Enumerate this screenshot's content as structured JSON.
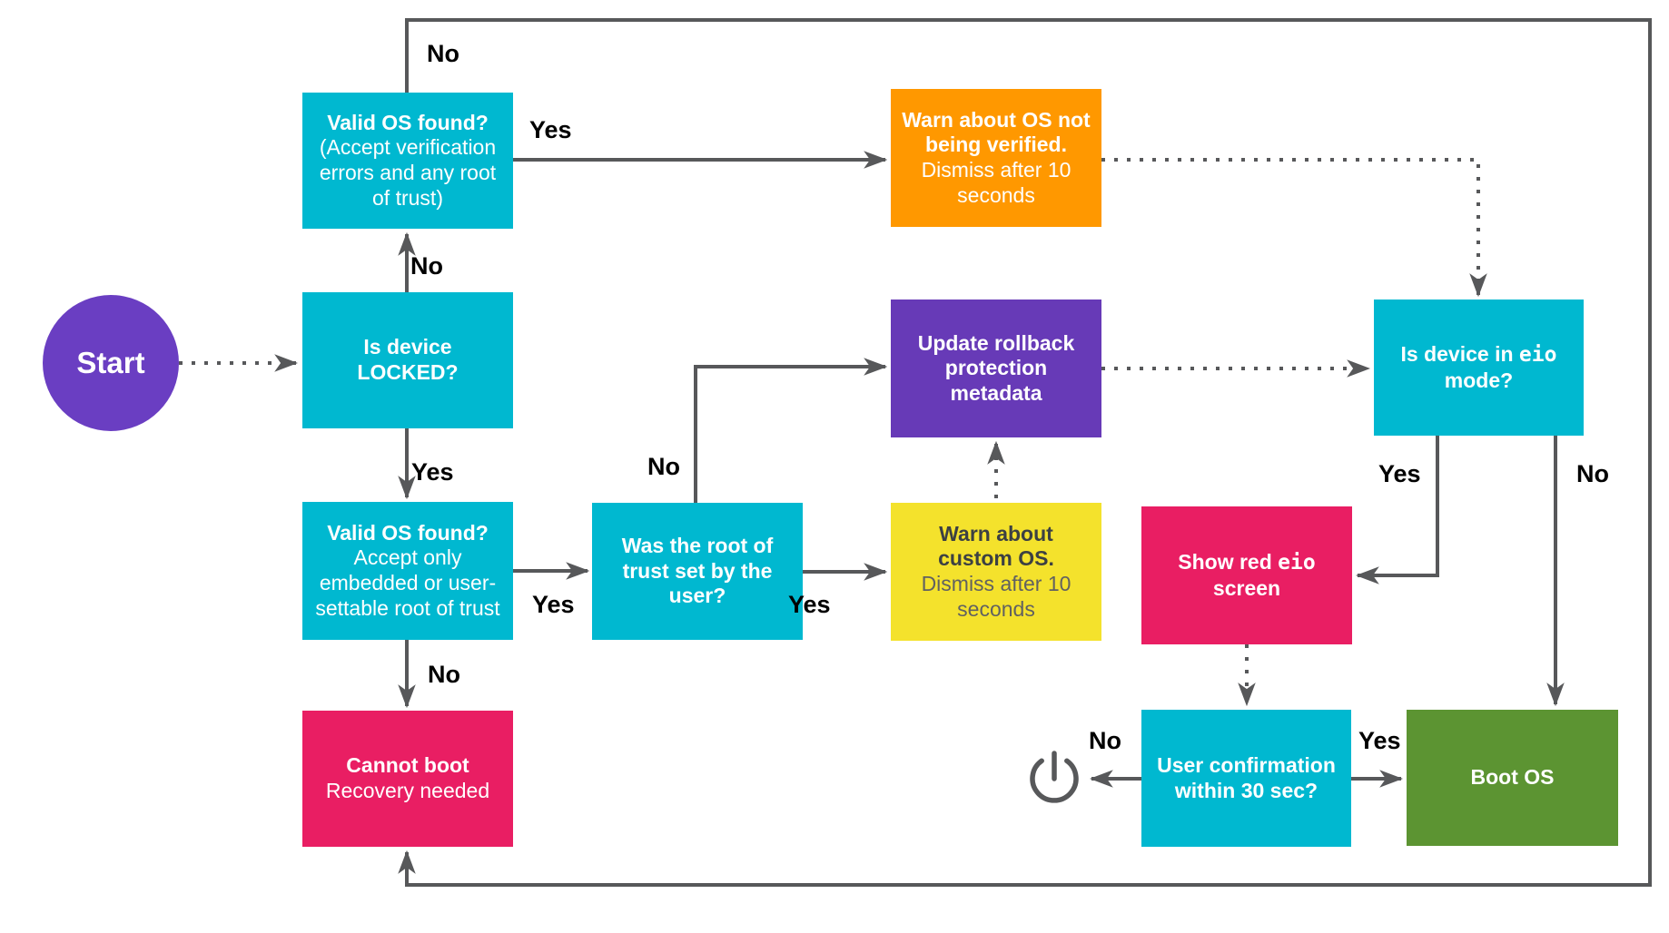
{
  "diagram": {
    "type": "flowchart",
    "colors": {
      "cyan": "#00b8d0",
      "orange": "#ff9800",
      "purple": "#673ab7",
      "start_purple": "#6a3ec2",
      "yellow": "#f4e22c",
      "pink": "#e91e63",
      "green": "#5c9432",
      "line_gray": "#57585a"
    },
    "nodes": {
      "start": {
        "label": "Start"
      },
      "valid_os_unlocked": {
        "title": "Valid OS found?",
        "subtitle": "(Accept verification errors and any root of trust)"
      },
      "warn_not_verified": {
        "title": "Warn about OS not being verified.",
        "subtitle": "Dismiss after 10 seconds"
      },
      "is_device_locked": {
        "title": "Is device LOCKED?"
      },
      "update_rollback": {
        "title": "Update rollback protection metadata"
      },
      "is_eio_mode": {
        "title_pre": "Is device in ",
        "title_mono": "eio",
        "title_post": " mode?"
      },
      "valid_os_locked": {
        "title": "Valid OS found?",
        "subtitle": "Accept only embedded or user-settable root of trust"
      },
      "was_root_user": {
        "title": "Was the root of trust set by the user?"
      },
      "warn_custom": {
        "title": "Warn about custom OS.",
        "subtitle": "Dismiss after 10 seconds"
      },
      "show_red_eio": {
        "title_pre": "Show red ",
        "title_mono": "eio",
        "title_post": " screen"
      },
      "cannot_boot": {
        "title": "Cannot boot",
        "subtitle": "Recovery needed"
      },
      "user_confirmation": {
        "title": "User confirmation within 30 sec?"
      },
      "boot_os": {
        "title": "Boot OS"
      }
    },
    "edge_labels": {
      "unlocked_valid_no": "No",
      "unlocked_valid_yes": "Yes",
      "locked_no": "No",
      "locked_yes": "Yes",
      "locked_valid_yes": "Yes",
      "locked_valid_no": "No",
      "root_no": "No",
      "root_yes": "Yes",
      "eio_yes": "Yes",
      "eio_no": "No",
      "confirm_no": "No",
      "confirm_yes": "Yes"
    }
  }
}
